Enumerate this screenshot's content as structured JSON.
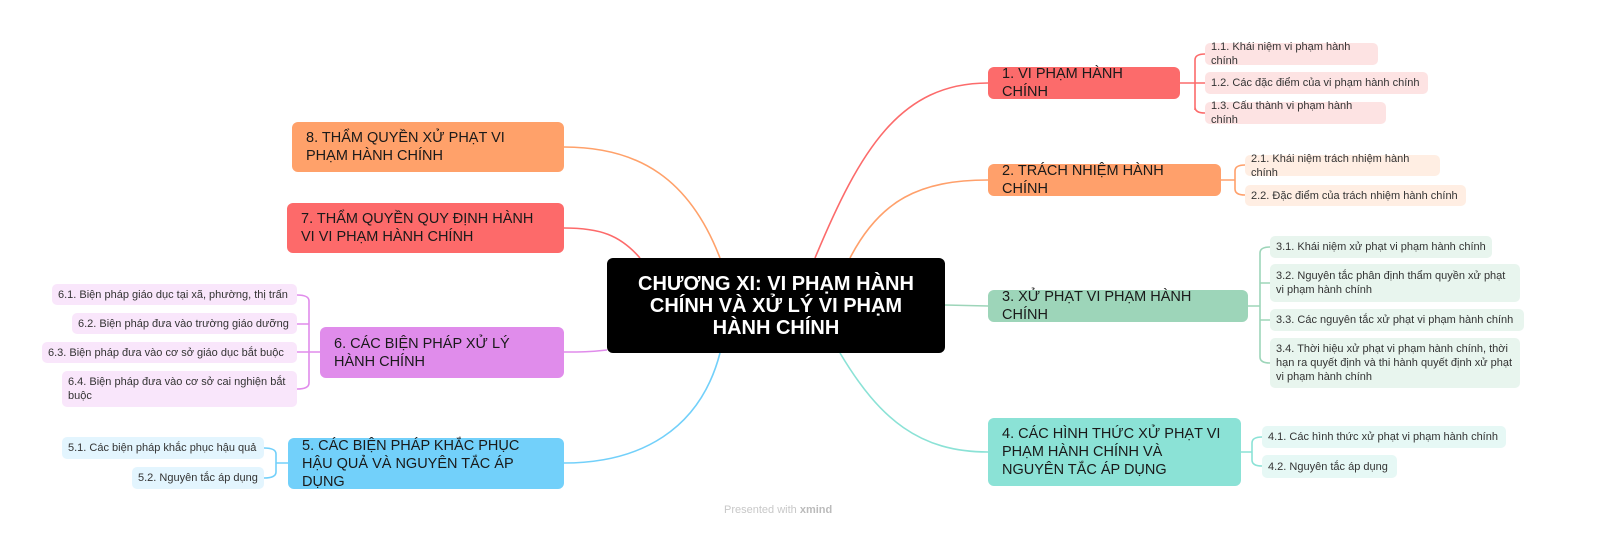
{
  "central": {
    "title": "CHƯƠNG XI: VI PHẠM HÀNH CHÍNH VÀ XỬ LÝ VI PHẠM HÀNH CHÍNH"
  },
  "colors": {
    "t1": "#fc6b6b",
    "t2": "#ffa06b",
    "t3": "#9dd5b9",
    "t4": "#8be2d6",
    "t5": "#72d0fa",
    "t6": "#e08ceb",
    "t7": "#fd6a6a",
    "t8": "#ffa16a"
  },
  "topics": [
    {
      "label": "1. VI PHẠM HÀNH CHÍNH",
      "subs": [
        "1.1. Khái niệm vi phạm hành chính",
        "1.2. Các đặc điểm của vi phạm hành chính",
        "1.3. Cấu thành vi phạm hành chính"
      ]
    },
    {
      "label": "2. TRÁCH NHIỆM HÀNH CHÍNH",
      "subs": [
        "2.1. Khái niệm trách nhiệm hành chính",
        "2.2. Đặc điểm của trách nhiệm hành chính"
      ]
    },
    {
      "label": "3. XỬ PHẠT VI PHẠM HÀNH CHÍNH",
      "subs": [
        "3.1. Khái niệm xử phạt vi phạm hành chính",
        "3.2. Nguyên tắc phân định thẩm quyền xử phạt vi phạm hành chính",
        "3.3. Các nguyên tắc xử phạt vi phạm hành chính",
        "3.4. Thời hiệu xử phạt vi phạm hành chính, thời hạn ra quyết định và thi hành quyết định xử phạt vi phạm hành chính"
      ]
    },
    {
      "label": "4. CÁC HÌNH THỨC XỬ PHẠT VI PHẠM HÀNH CHÍNH VÀ NGUYÊN TẮC ÁP DỤNG",
      "subs": [
        "4.1. Các hình thức xử phạt vi phạm hành chính",
        "4.2. Nguyên tắc áp dụng"
      ]
    },
    {
      "label": "5. CÁC BIỆN PHÁP KHẮC PHỤC HẬU QUẢ VÀ NGUYÊN TẮC ÁP DỤNG",
      "subs": [
        "5.1. Các biện pháp khắc phục hậu quả",
        "5.2. Nguyên tắc áp dụng"
      ]
    },
    {
      "label": "6. CÁC BIỆN PHÁP XỬ LÝ HÀNH CHÍNH",
      "subs": [
        "6.1. Biện pháp giáo dục tại xã, phường, thị trấn",
        "6.2. Biện pháp đưa vào trường giáo dưỡng",
        "6.3. Biện pháp đưa vào cơ sở giáo dục bắt buộc",
        "6.4. Biện pháp đưa vào cơ sở cai nghiện bắt buộc"
      ]
    },
    {
      "label": "7. THẨM QUYỀN QUY ĐỊNH HÀNH VI VI PHẠM HÀNH CHÍNH",
      "subs": []
    },
    {
      "label": "8. THẨM QUYỀN XỬ PHẠT VI PHẠM HÀNH CHÍNH",
      "subs": []
    }
  ],
  "footer": {
    "prefix": "Presented with",
    "brand": "xmind"
  }
}
